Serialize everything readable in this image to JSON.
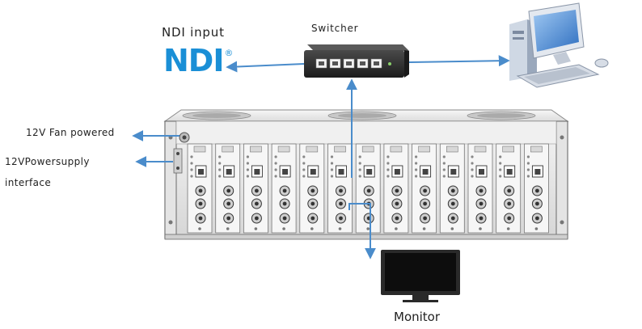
{
  "labels": {
    "ndi_input": "NDI input",
    "switcher": "Switcher",
    "fan": "12V Fan powered",
    "psu_line1": "12VPowersupply",
    "psu_line2": "interface",
    "monitor": "Monitor"
  },
  "ndi_logo": {
    "text": "NDI",
    "mark": "®",
    "color": "#1a8fd6"
  },
  "colors": {
    "arrow": "#4a8ccb",
    "chassis": "#e8e8e8",
    "chassis_edge": "#6a6a6a",
    "switcher_body": "#2a2a2a",
    "monitor_screen": "#111111"
  },
  "icons": {
    "computer": "desktop-computer-icon",
    "switcher": "network-switch-icon",
    "monitor": "monitor-icon",
    "chassis": "rack-chassis-icon"
  },
  "rack": {
    "card_count": 13,
    "fan_count": 3
  }
}
